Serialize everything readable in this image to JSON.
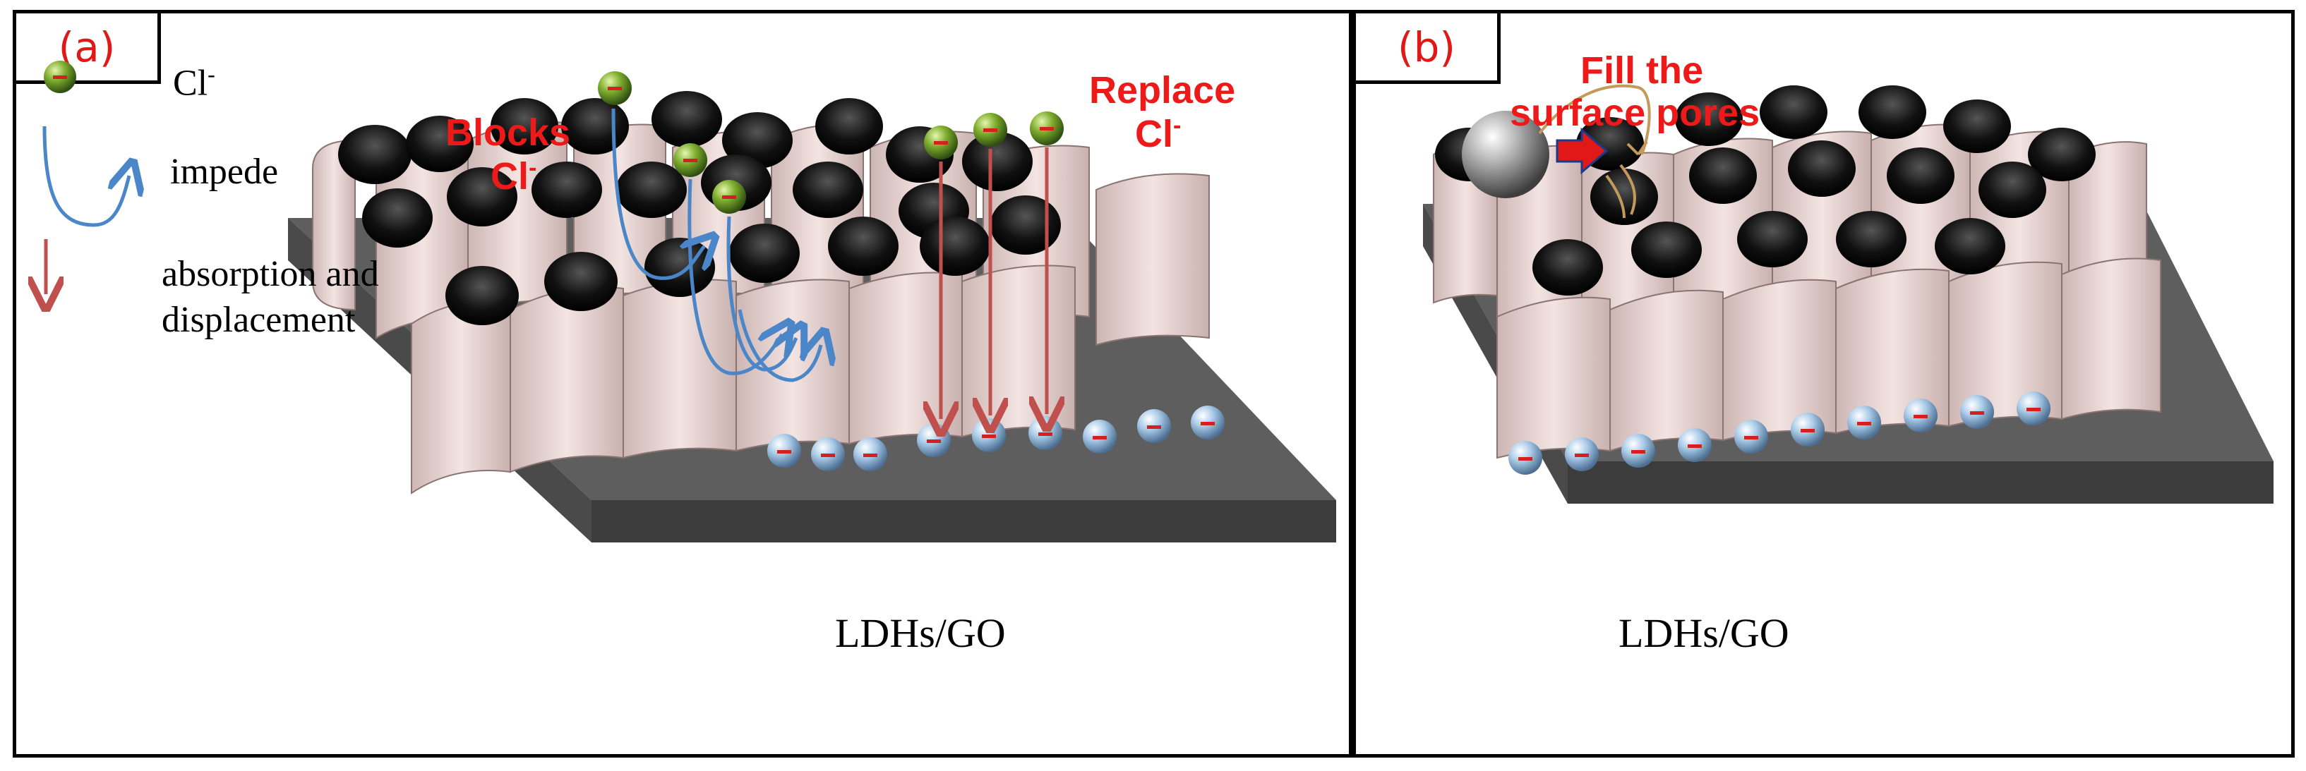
{
  "panel_a": {
    "tag": "(a)",
    "legend": {
      "ion_label": "Cl",
      "ion_charge": "-",
      "impede_label": "impede",
      "absorption_label_line1": "absorption and",
      "absorption_label_line2": "displacement"
    },
    "annotation_blocks_line1": "Blocks",
    "annotation_blocks_line2": "Cl",
    "annotation_blocks_charge": "-",
    "annotation_replace_line1": "Replace",
    "annotation_replace_line2": "Cl",
    "annotation_replace_charge": "-",
    "caption": "LDHs/GO"
  },
  "panel_b": {
    "tag": "(b)",
    "annotation_line1": "Fill the",
    "annotation_line2": "surface pores",
    "caption": "LDHs/GO"
  },
  "colors": {
    "accent_red": "#ee1a1a",
    "impede_arrow": "#4a86c8",
    "absorption_arrow": "#c0504d",
    "substrate": "#5a5a5a",
    "wall": "#e8d6d4",
    "ion_green": "#6a9a2a",
    "ion_blue": "#9ec8ea",
    "sphere_gray": "#9a9a9a"
  }
}
